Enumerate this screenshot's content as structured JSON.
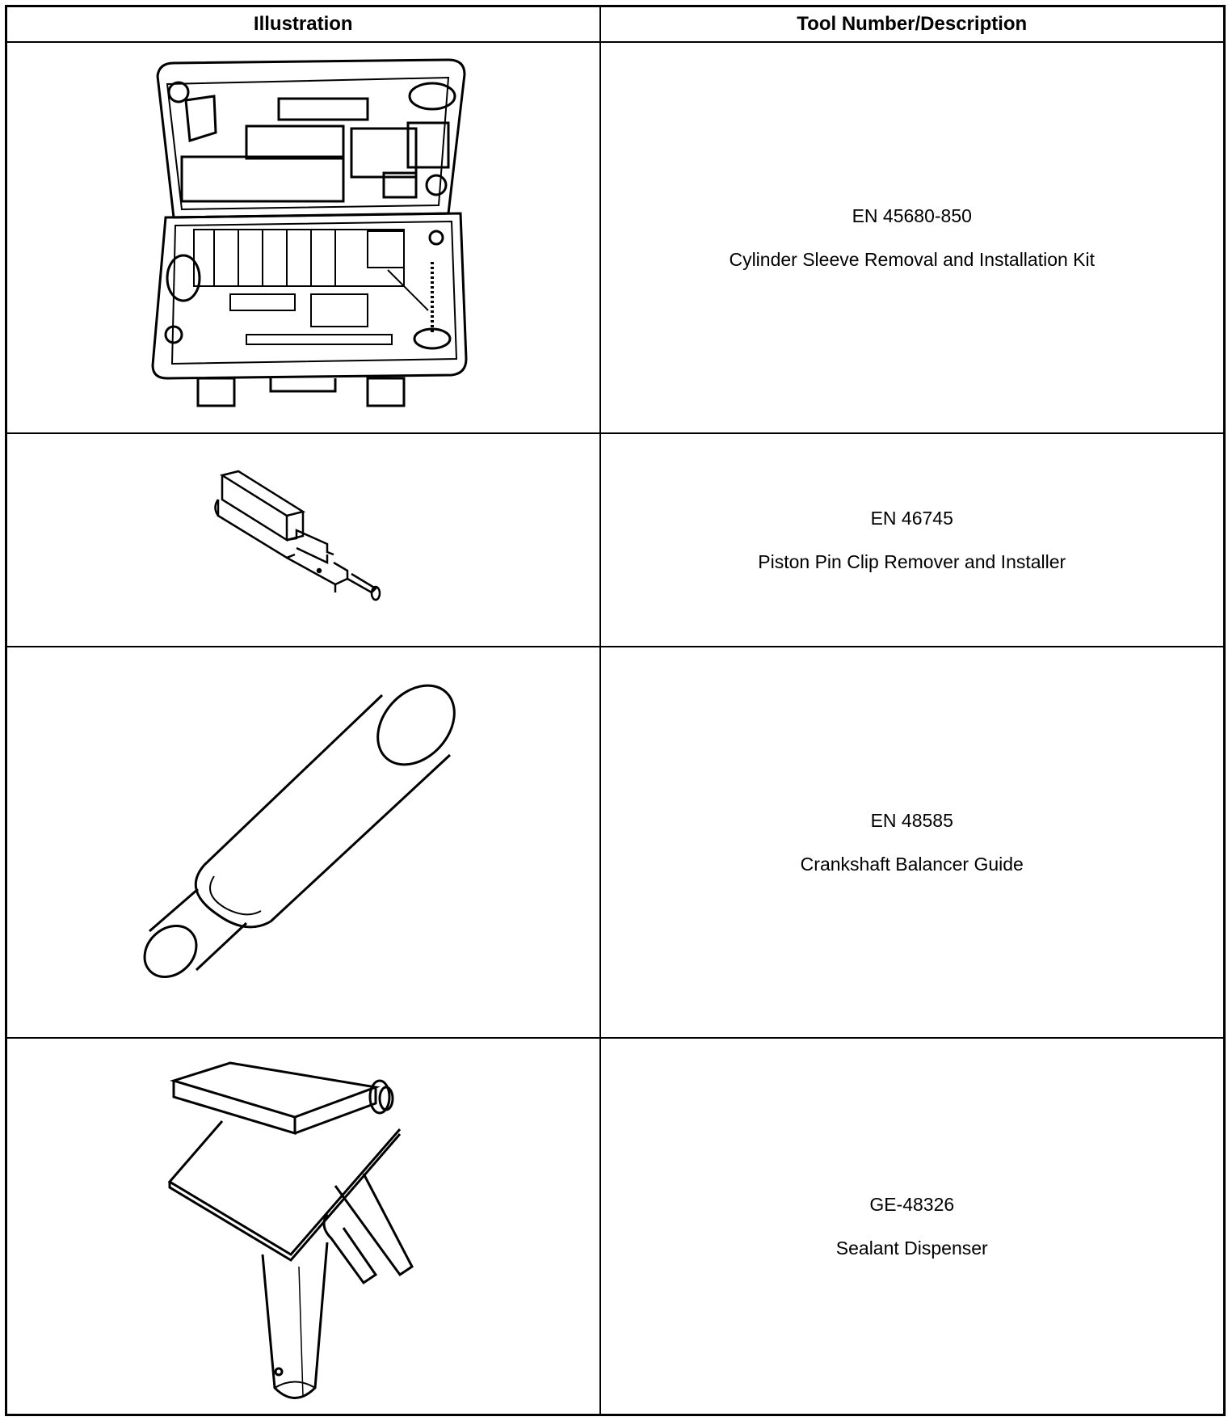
{
  "table": {
    "header": {
      "illustration": "Illustration",
      "description": "Tool Number/Description"
    },
    "rows": [
      {
        "tool_number": "EN 45680-850",
        "description": "Cylinder Sleeve Removal and Installation Kit",
        "illustration_icon": "tool-kit-case-icon"
      },
      {
        "tool_number": "EN 46745",
        "description": "Piston Pin Clip Remover and Installer",
        "illustration_icon": "piston-pin-clip-tool-icon"
      },
      {
        "tool_number": "EN 48585",
        "description": "Crankshaft Balancer Guide",
        "illustration_icon": "cylindrical-guide-icon"
      },
      {
        "tool_number": "GE-48326",
        "description": "Sealant Dispenser",
        "illustration_icon": "sealant-dispenser-icon"
      }
    ]
  }
}
